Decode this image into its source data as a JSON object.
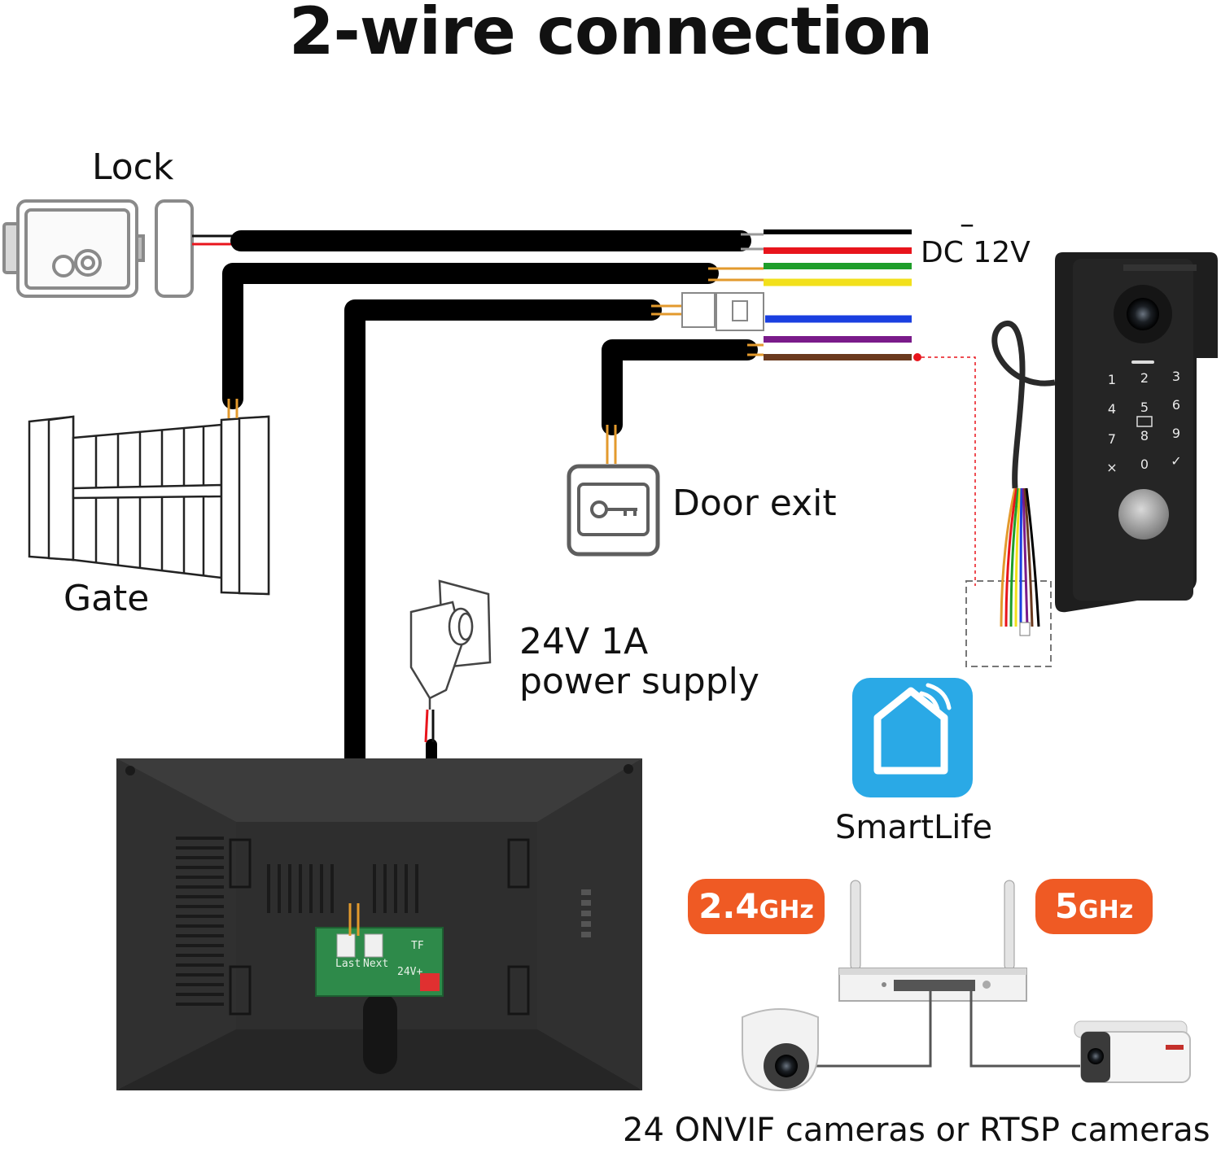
{
  "title": "2-wire connection",
  "labels": {
    "lock": "Lock",
    "gate": "Gate",
    "door_exit": "Door exit",
    "power_line1": "24V 1A",
    "power_line2": "power supply",
    "dc": "DC 12V",
    "dc_minus": "–",
    "smartlife": "SmartLife",
    "cameras": "24 ONVIF cameras or RTSP cameras"
  },
  "wifi_bands": {
    "band1_value": "2.4",
    "band1_unit": "GHz",
    "band2_value": "5",
    "band2_unit": "GHz"
  },
  "board_labels": {
    "last": "Last",
    "next": "Next",
    "v24": "24V+",
    "tf": "TF"
  },
  "keypad_keys": [
    "1",
    "2",
    "3",
    "4",
    "5",
    "6",
    "7",
    "8",
    "9",
    "×",
    "0",
    "✓"
  ],
  "colors": {
    "band_orange": "#ef5a24",
    "smartlife_blue": "#2aa9e6",
    "wire_black": "#000000",
    "wire_red": "#e8141c",
    "wire_green": "#1e9e2a",
    "wire_yellow": "#f2e01b",
    "wire_blue": "#1a3fe0",
    "wire_purple": "#7a1b8a",
    "wire_brown": "#6b3a1e",
    "wire_orange": "#e39a2d"
  },
  "icons": {
    "lock": "electric-lock-icon",
    "gate": "gate-icon",
    "door_exit": "exit-button-key-icon",
    "power_adapter": "wall-plug-adapter-icon",
    "smartlife": "smartlife-home-wifi-icon",
    "router": "dual-band-router-icon",
    "dome_camera": "dome-camera-icon",
    "bullet_camera": "bullet-camera-icon"
  }
}
